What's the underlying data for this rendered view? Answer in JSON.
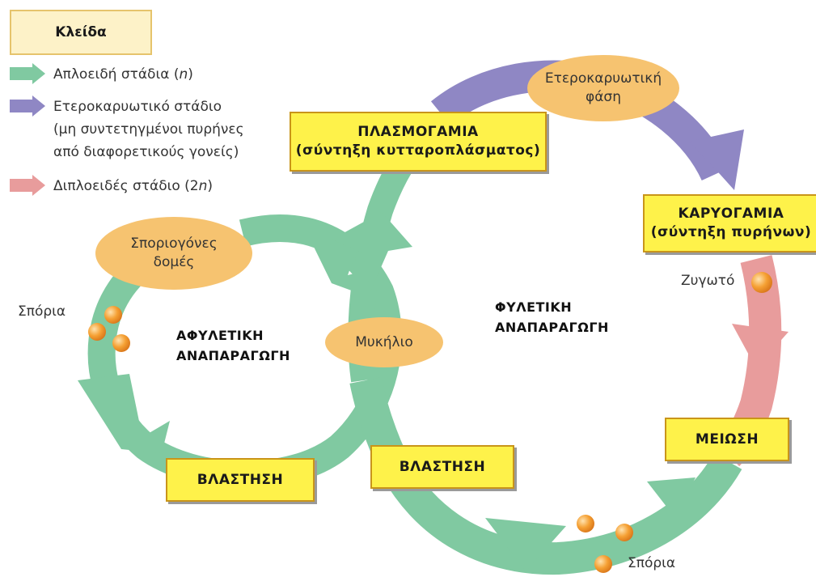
{
  "legend": {
    "title": "Κλείδα",
    "items": [
      {
        "lines": [
          "Απλοειδή στάδια (",
          "n",
          ")"
        ],
        "color": "#80c9a1"
      },
      {
        "lines": [
          "Ετεροκαρυωτικό στάδιο",
          "(μη συντετηγμένοι πυρήνες",
          "από διαφορετικούς γονείς)"
        ],
        "color": "#8f87c4"
      },
      {
        "lines": [
          "Διπλοειδές στάδιο (2",
          "n",
          ")"
        ],
        "color": "#e89c9c"
      }
    ]
  },
  "stages": {
    "plasmogamy_title": "ΠΛΑΣΜΟΓΑΜΙΑ",
    "plasmogamy_sub": "(σύντηξη κυτταροπλάσματος)",
    "karyogamy_title": "ΚΑΡΥΟΓΑΜΙΑ",
    "karyogamy_sub": "(σύντηξη πυρήνων)",
    "meiosis": "ΜΕΙΩΣΗ",
    "germination_left": "ΒΛΑΣΤΗΣΗ",
    "germination_center": "ΒΛΑΣΤΗΣΗ"
  },
  "ovals": {
    "heterokaryotic_line1": "Ετεροκαρυωτική",
    "heterokaryotic_line2": "φάση",
    "sporangia_line1": "Σποριογόνες",
    "sporangia_line2": "δομές",
    "mycelium": "Μυκήλιο"
  },
  "cycles": {
    "asexual_line1": "ΑΦΥΛΕΤΙΚΗ",
    "asexual_line2": "ΑΝΑΠΑΡΑΓΩΓΗ",
    "sexual_line1": "ΦΥΛΕΤΙΚΗ",
    "sexual_line2": "ΑΝΑΠΑΡΑΓΩΓΗ"
  },
  "labels": {
    "spores_left": "Σπόρια",
    "spores_bottom": "Σπόρια",
    "zygote": "Ζυγωτό"
  },
  "colors": {
    "haploid": "#80c9a1",
    "heterokaryotic": "#8f87c4",
    "diploid": "#e89c9c",
    "box_fill": "#fef24a",
    "oval_fill": "#f6c370"
  }
}
